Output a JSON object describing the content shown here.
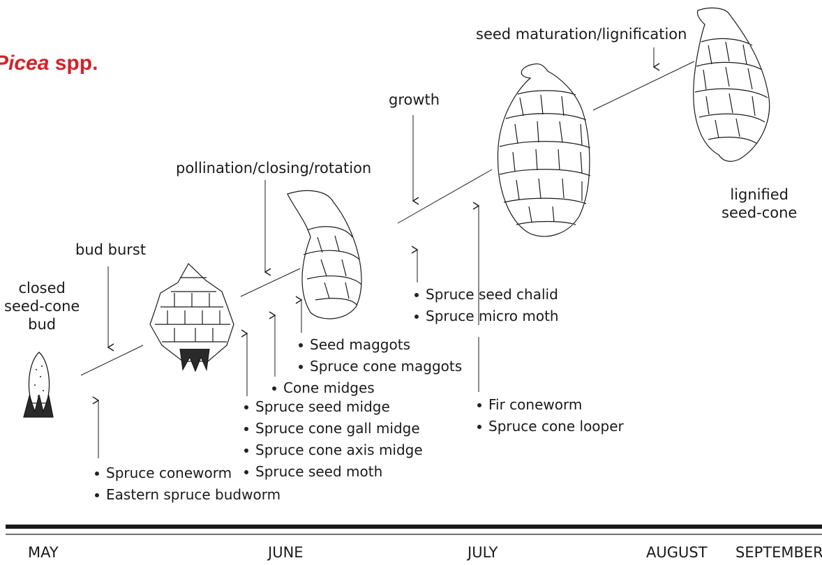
{
  "title": {
    "genus": "Picea",
    "suffix": "spp."
  },
  "stages": {
    "closed_bud": [
      "closed",
      "seed-cone",
      "bud"
    ],
    "bud_burst": "bud burst",
    "pollination": "pollination/closing/rotation",
    "growth": "growth",
    "maturation": "seed maturation/lignification",
    "lignified": [
      "lignified",
      "seed-cone"
    ]
  },
  "pests": {
    "group1": [
      "Spruce coneworm",
      "Eastern spruce budworm"
    ],
    "group2": [
      "Spruce seed midge",
      "Spruce cone gall midge",
      "Spruce cone axis midge",
      "Spruce seed moth"
    ],
    "group3": [
      "Cone midges"
    ],
    "group4": [
      "Seed maggots",
      "Spruce cone maggots"
    ],
    "group5": [
      "Spruce seed chalid",
      "Spruce micro moth"
    ],
    "group6": [
      "Fir coneworm",
      "Spruce cone looper"
    ]
  },
  "months": [
    "MAY",
    "JUNE",
    "JULY",
    "AUGUST",
    "SEPTEMBER"
  ],
  "colors": {
    "title": "#d2232a",
    "line": "#1a1a1a"
  }
}
